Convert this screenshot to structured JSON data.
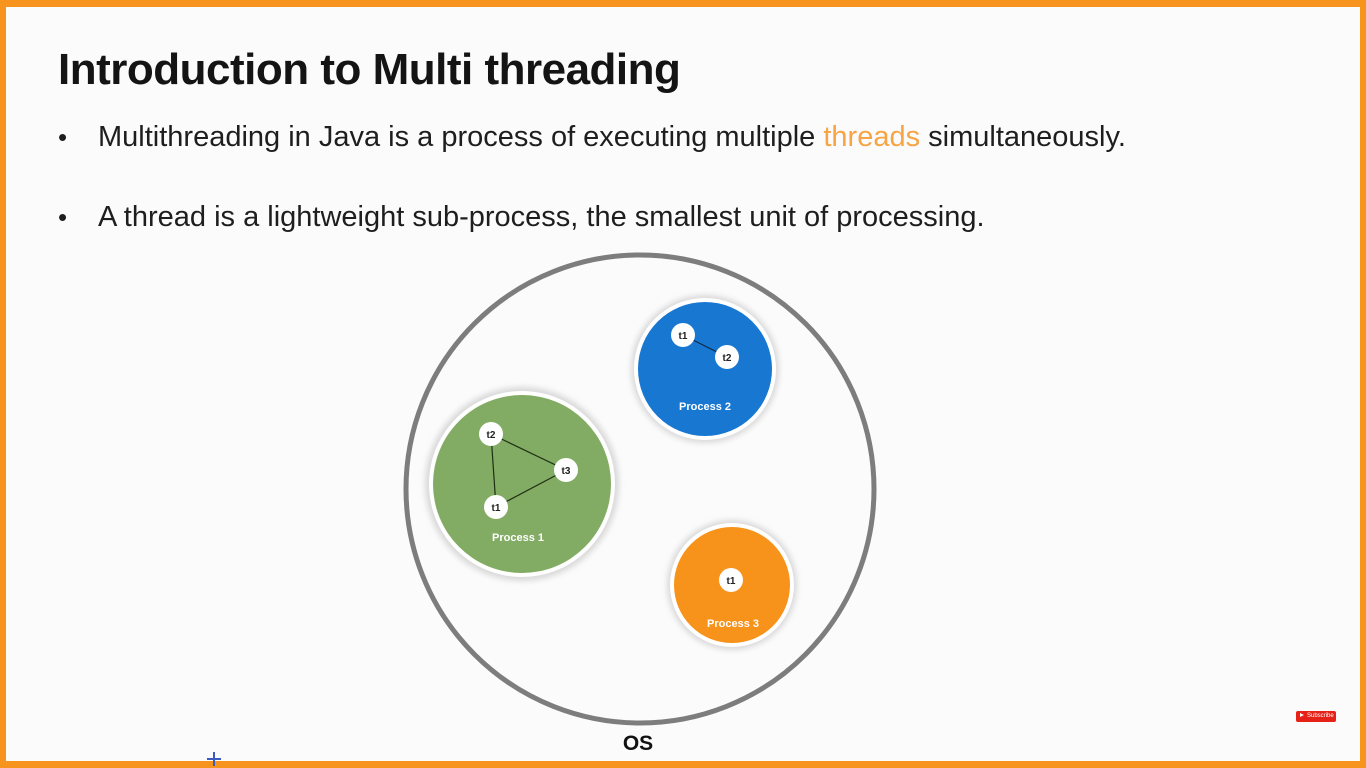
{
  "slide": {
    "title": "Introduction to Multi threading",
    "bullet_marker": "•",
    "bullets": [
      {
        "before": "Multithreading in Java is a process of executing multiple ",
        "highlight": "threads",
        "after": " simultaneously."
      },
      {
        "text": "A thread is a lightweight sub-process, the smallest unit of processing."
      }
    ],
    "highlight_color": "#f7a544"
  },
  "diagram": {
    "os_label": "OS",
    "processes": [
      {
        "label": "Process 1",
        "color": "#82ab63",
        "threads": [
          "t2",
          "t3",
          "t1"
        ]
      },
      {
        "label": "Process 2",
        "color": "#1777d1",
        "threads": [
          "t1",
          "t2"
        ]
      },
      {
        "label": "Process 3",
        "color": "#f7921a",
        "threads": [
          "t1"
        ]
      }
    ]
  },
  "overlay": {
    "subscribe_label": "Subscribe"
  }
}
